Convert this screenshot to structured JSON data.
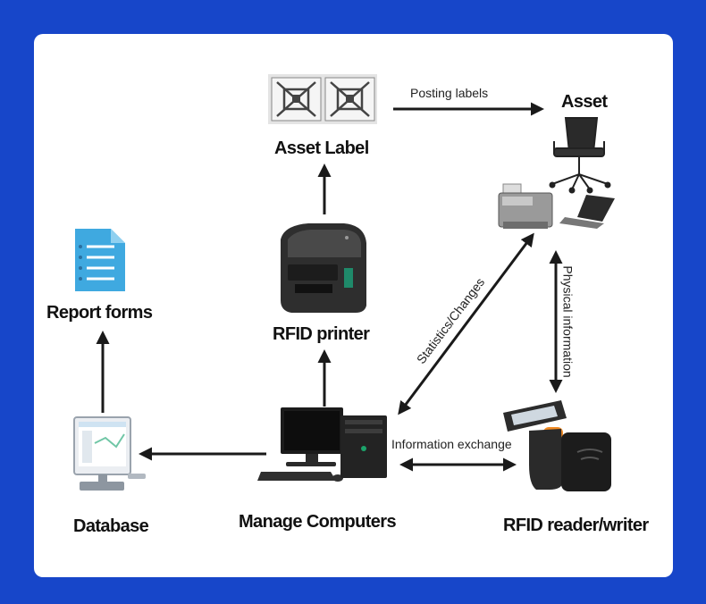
{
  "nodes": {
    "asset_label": "Asset Label",
    "asset": "Asset",
    "report_forms": "Report forms",
    "rfid_printer": "RFID printer",
    "database": "Database",
    "manage_computers": "Manage Computers",
    "rfid_reader_writer": "RFID reader/writer"
  },
  "edges": {
    "posting_labels": "Posting labels",
    "statistics_changes": "Statistics/Changes",
    "physical_information": "Physical information",
    "information_exchange": "Information exchange"
  },
  "colors": {
    "background": "#1746c9",
    "card": "#ffffff",
    "arrow": "#1a1a1a",
    "document_icon": "#3fa9e0"
  },
  "icons": [
    "rfid-tag-icon",
    "office-chair-icon",
    "printer-icon",
    "laptop-icon",
    "document-icon",
    "label-printer-icon",
    "desktop-computer-icon",
    "database-monitor-icon",
    "handheld-reader-icon"
  ]
}
